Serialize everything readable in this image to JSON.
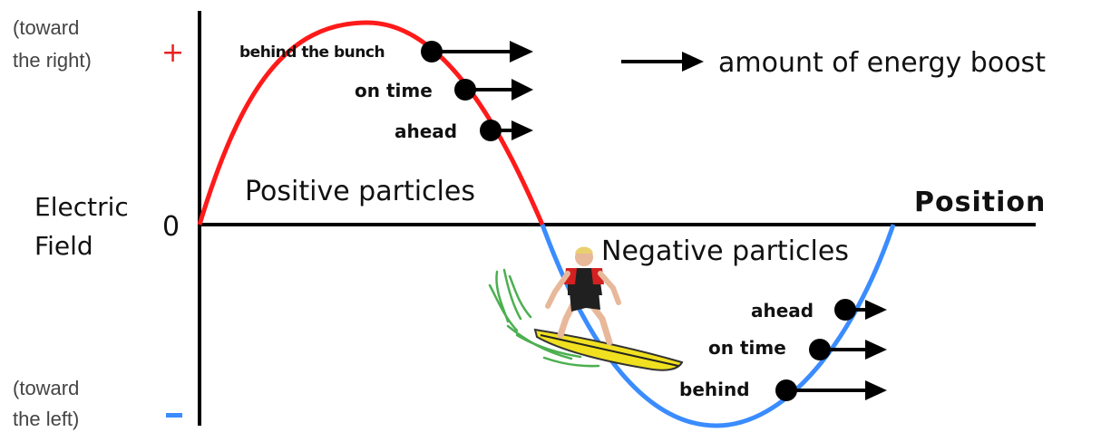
{
  "axis": {
    "y_label_line1": "Electric",
    "y_label_line2": "Field",
    "x_label": "Position",
    "zero": "0",
    "plus": "+",
    "minus": "-",
    "right_note_line1": "(toward",
    "right_note_line2": "the right)",
    "left_note_line1": "(toward",
    "left_note_line2": "the left)"
  },
  "legend": {
    "text": "amount of energy boost"
  },
  "regions": {
    "positive": "Positive particles",
    "negative": "Negative particles"
  },
  "positive_particles": [
    {
      "label": "behind the bunch"
    },
    {
      "label": "on time"
    },
    {
      "label": "ahead"
    }
  ],
  "negative_particles": [
    {
      "label": "ahead"
    },
    {
      "label": "on time"
    },
    {
      "label": "behind"
    }
  ],
  "colors": {
    "positive_wave": "#ff1a1a",
    "negative_wave": "#3a8cff",
    "plus": "#e82020",
    "minus": "#3a8cff",
    "axis": "#000000",
    "surfboard": "#f0e020",
    "wave_spray": "#4caf50"
  },
  "icons": {
    "surfer": "surfer-icon"
  }
}
